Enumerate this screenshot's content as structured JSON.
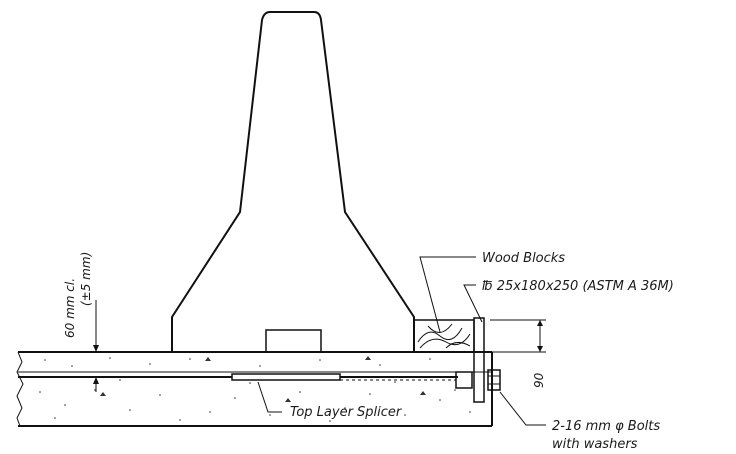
{
  "labels": {
    "wood_blocks": "Wood Blocks",
    "plate": "℔ 25x180x250 (ASTM A 36M)",
    "cover_line1": "60 mm cl.",
    "cover_line2": "(±5 mm)",
    "dim_90": "90",
    "splicer": "Top Layer Splicer",
    "bolts_line1": "2-16 mm φ Bolts",
    "bolts_line2": "with washers"
  }
}
